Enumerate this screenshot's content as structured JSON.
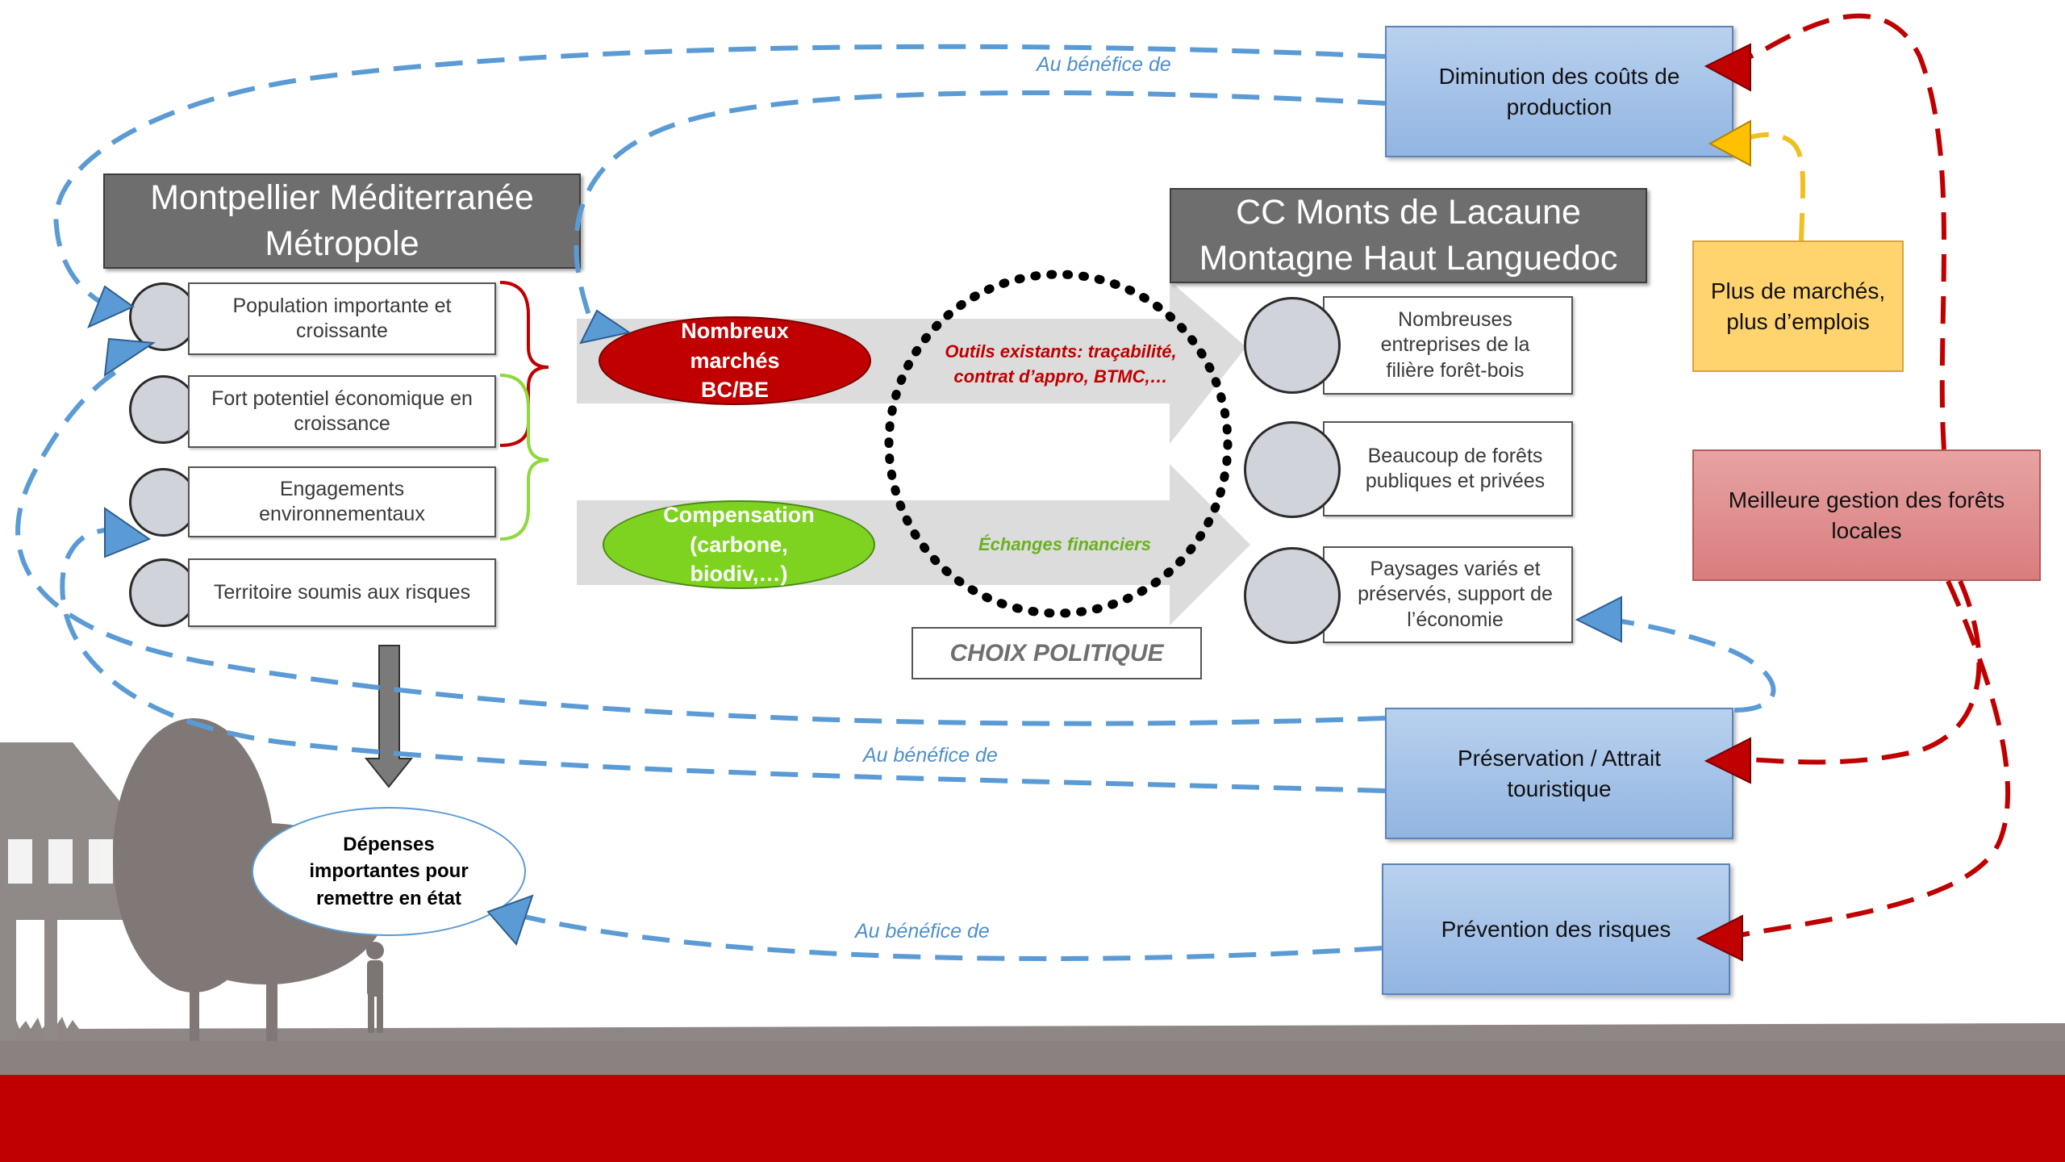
{
  "left": {
    "title": "Montpellier Méditerranée Métropole",
    "items": [
      {
        "label": "Population importante et croissante"
      },
      {
        "label": "Fort potentiel économique en croissance"
      },
      {
        "label": "Engagements environnementaux"
      },
      {
        "label": "Territoire soumis aux risques"
      }
    ],
    "ellipse": "Dépenses importantes pour remettre en état"
  },
  "right": {
    "title": "CC Monts de Lacaune Montagne Haut Languedoc",
    "items": [
      {
        "label": "Nombreuses entreprises de la filière forêt-bois"
      },
      {
        "label": "Beaucoup de forêts publiques et privées"
      },
      {
        "label": "Paysages variés et préservés, support de l’économie"
      }
    ]
  },
  "center": {
    "market_oval": "Nombreux marchés BC/BE",
    "compensation_oval": "Compensation (carbone, biodiv,…)",
    "tools_text": "Outils existants: traçabilité, contrat d’appro, BTMC,…",
    "exchanges_text": "Échanges financiers",
    "choice_box": "CHOIX POLITIQUE"
  },
  "benefits": {
    "costs": "Diminution des coûts de production",
    "markets_jobs": "Plus de marchés, plus d’emplois",
    "forest_management": "Meilleure gestion des forêts locales",
    "tourism": "Préservation / Attrait touristique",
    "risk_prevention": "Prévention des risques"
  },
  "labels": {
    "benefit_top": "Au bénéfice de",
    "benefit_middle": "Au bénéfice de",
    "benefit_bottom": "Au bénéfice de"
  },
  "colors": {
    "blue_dash": "#5b9bd5",
    "red_dash": "#c00000",
    "yellow_dash": "#f0c020",
    "footer_red": "#c00000",
    "market_red": "#c00000",
    "compensation_green": "#7ed321"
  }
}
